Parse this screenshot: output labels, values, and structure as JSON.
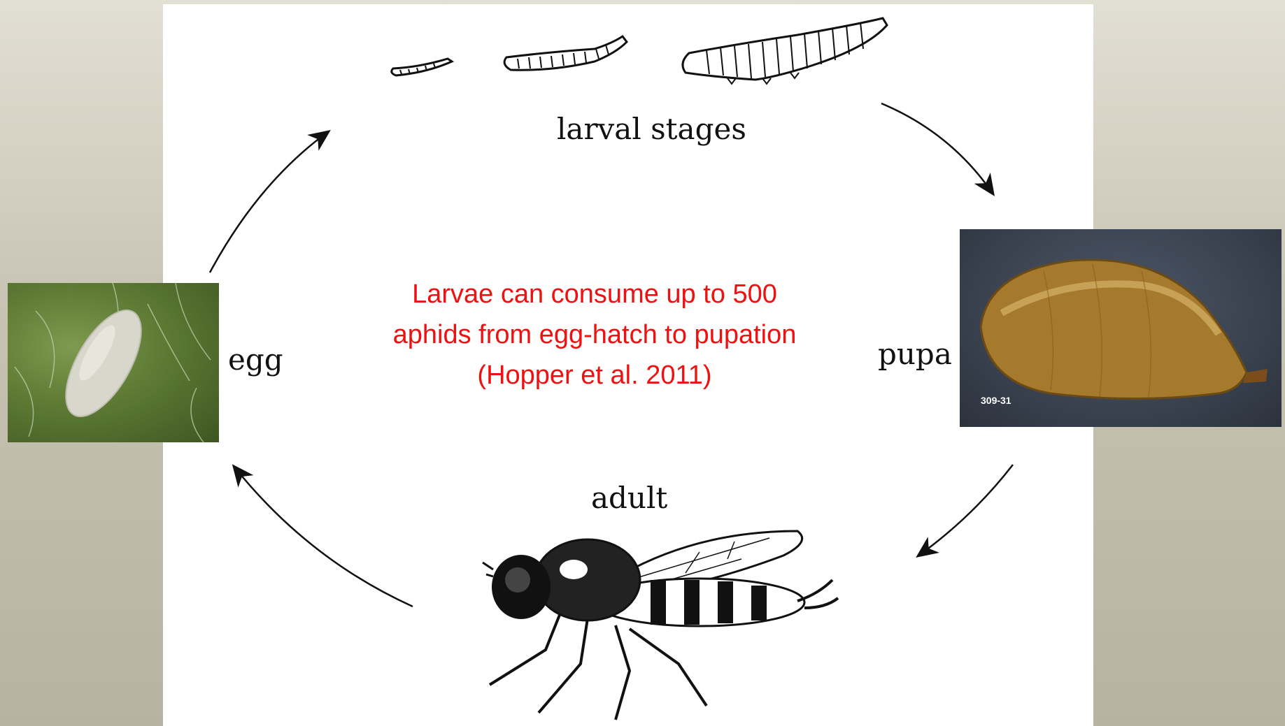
{
  "diagram": {
    "stages": {
      "larval": "larval stages",
      "egg": "egg",
      "pupa": "pupa",
      "adult": "adult"
    },
    "callout_lines": [
      "Larvae can consume up to 500",
      "aphids from egg-hatch to pupation",
      "(Hopper et al. 2011)"
    ],
    "callout_color": "#ee1111",
    "pupa_photo_code": "309-31"
  }
}
